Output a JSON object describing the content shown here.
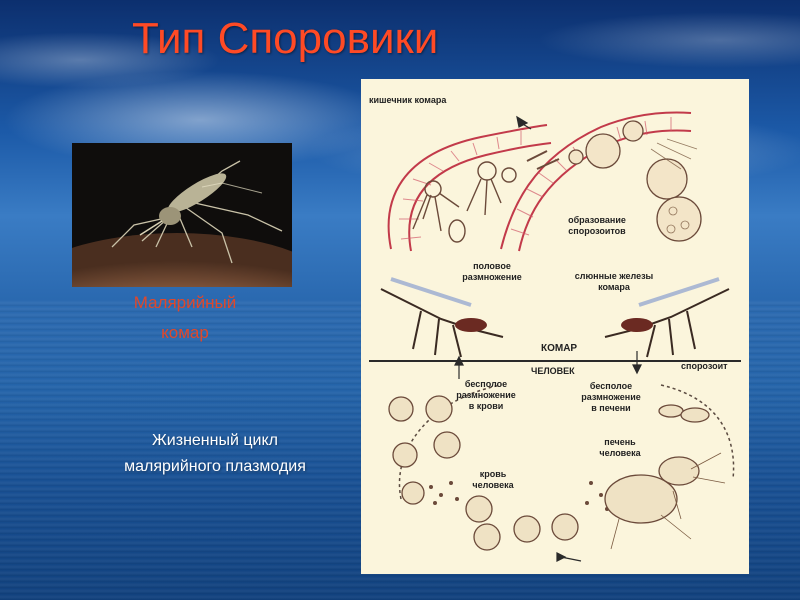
{
  "slide": {
    "title": "Тип Споровики",
    "caption_mosquito_line1": "Малярийный",
    "caption_mosquito_line2": "комар",
    "caption_cycle_line1": "Жизненный цикл",
    "caption_cycle_line2": "малярийного плазмодия"
  },
  "diagram": {
    "labels": {
      "mosquito_gut": "кишечник комара",
      "sporozoite_formation_1": "образование",
      "sporozoite_formation_2": "спорозоитов",
      "sexual_repro_1": "половое",
      "sexual_repro_2": "размножение",
      "salivary_glands_1": "слюнные железы",
      "salivary_glands_2": "комара",
      "mosquito": "КОМАР",
      "human": "ЧЕЛОВЕК",
      "sporozoite": "спорозоит",
      "asexual_blood_1": "бесполое",
      "asexual_blood_2": "размножение",
      "asexual_blood_3": "в крови",
      "asexual_liver_1": "бесполое",
      "asexual_liver_2": "размножение",
      "asexual_liver_3": "в печени",
      "liver_1": "печень",
      "liver_2": "человека",
      "blood_1": "кровь",
      "blood_2": "человека"
    }
  }
}
